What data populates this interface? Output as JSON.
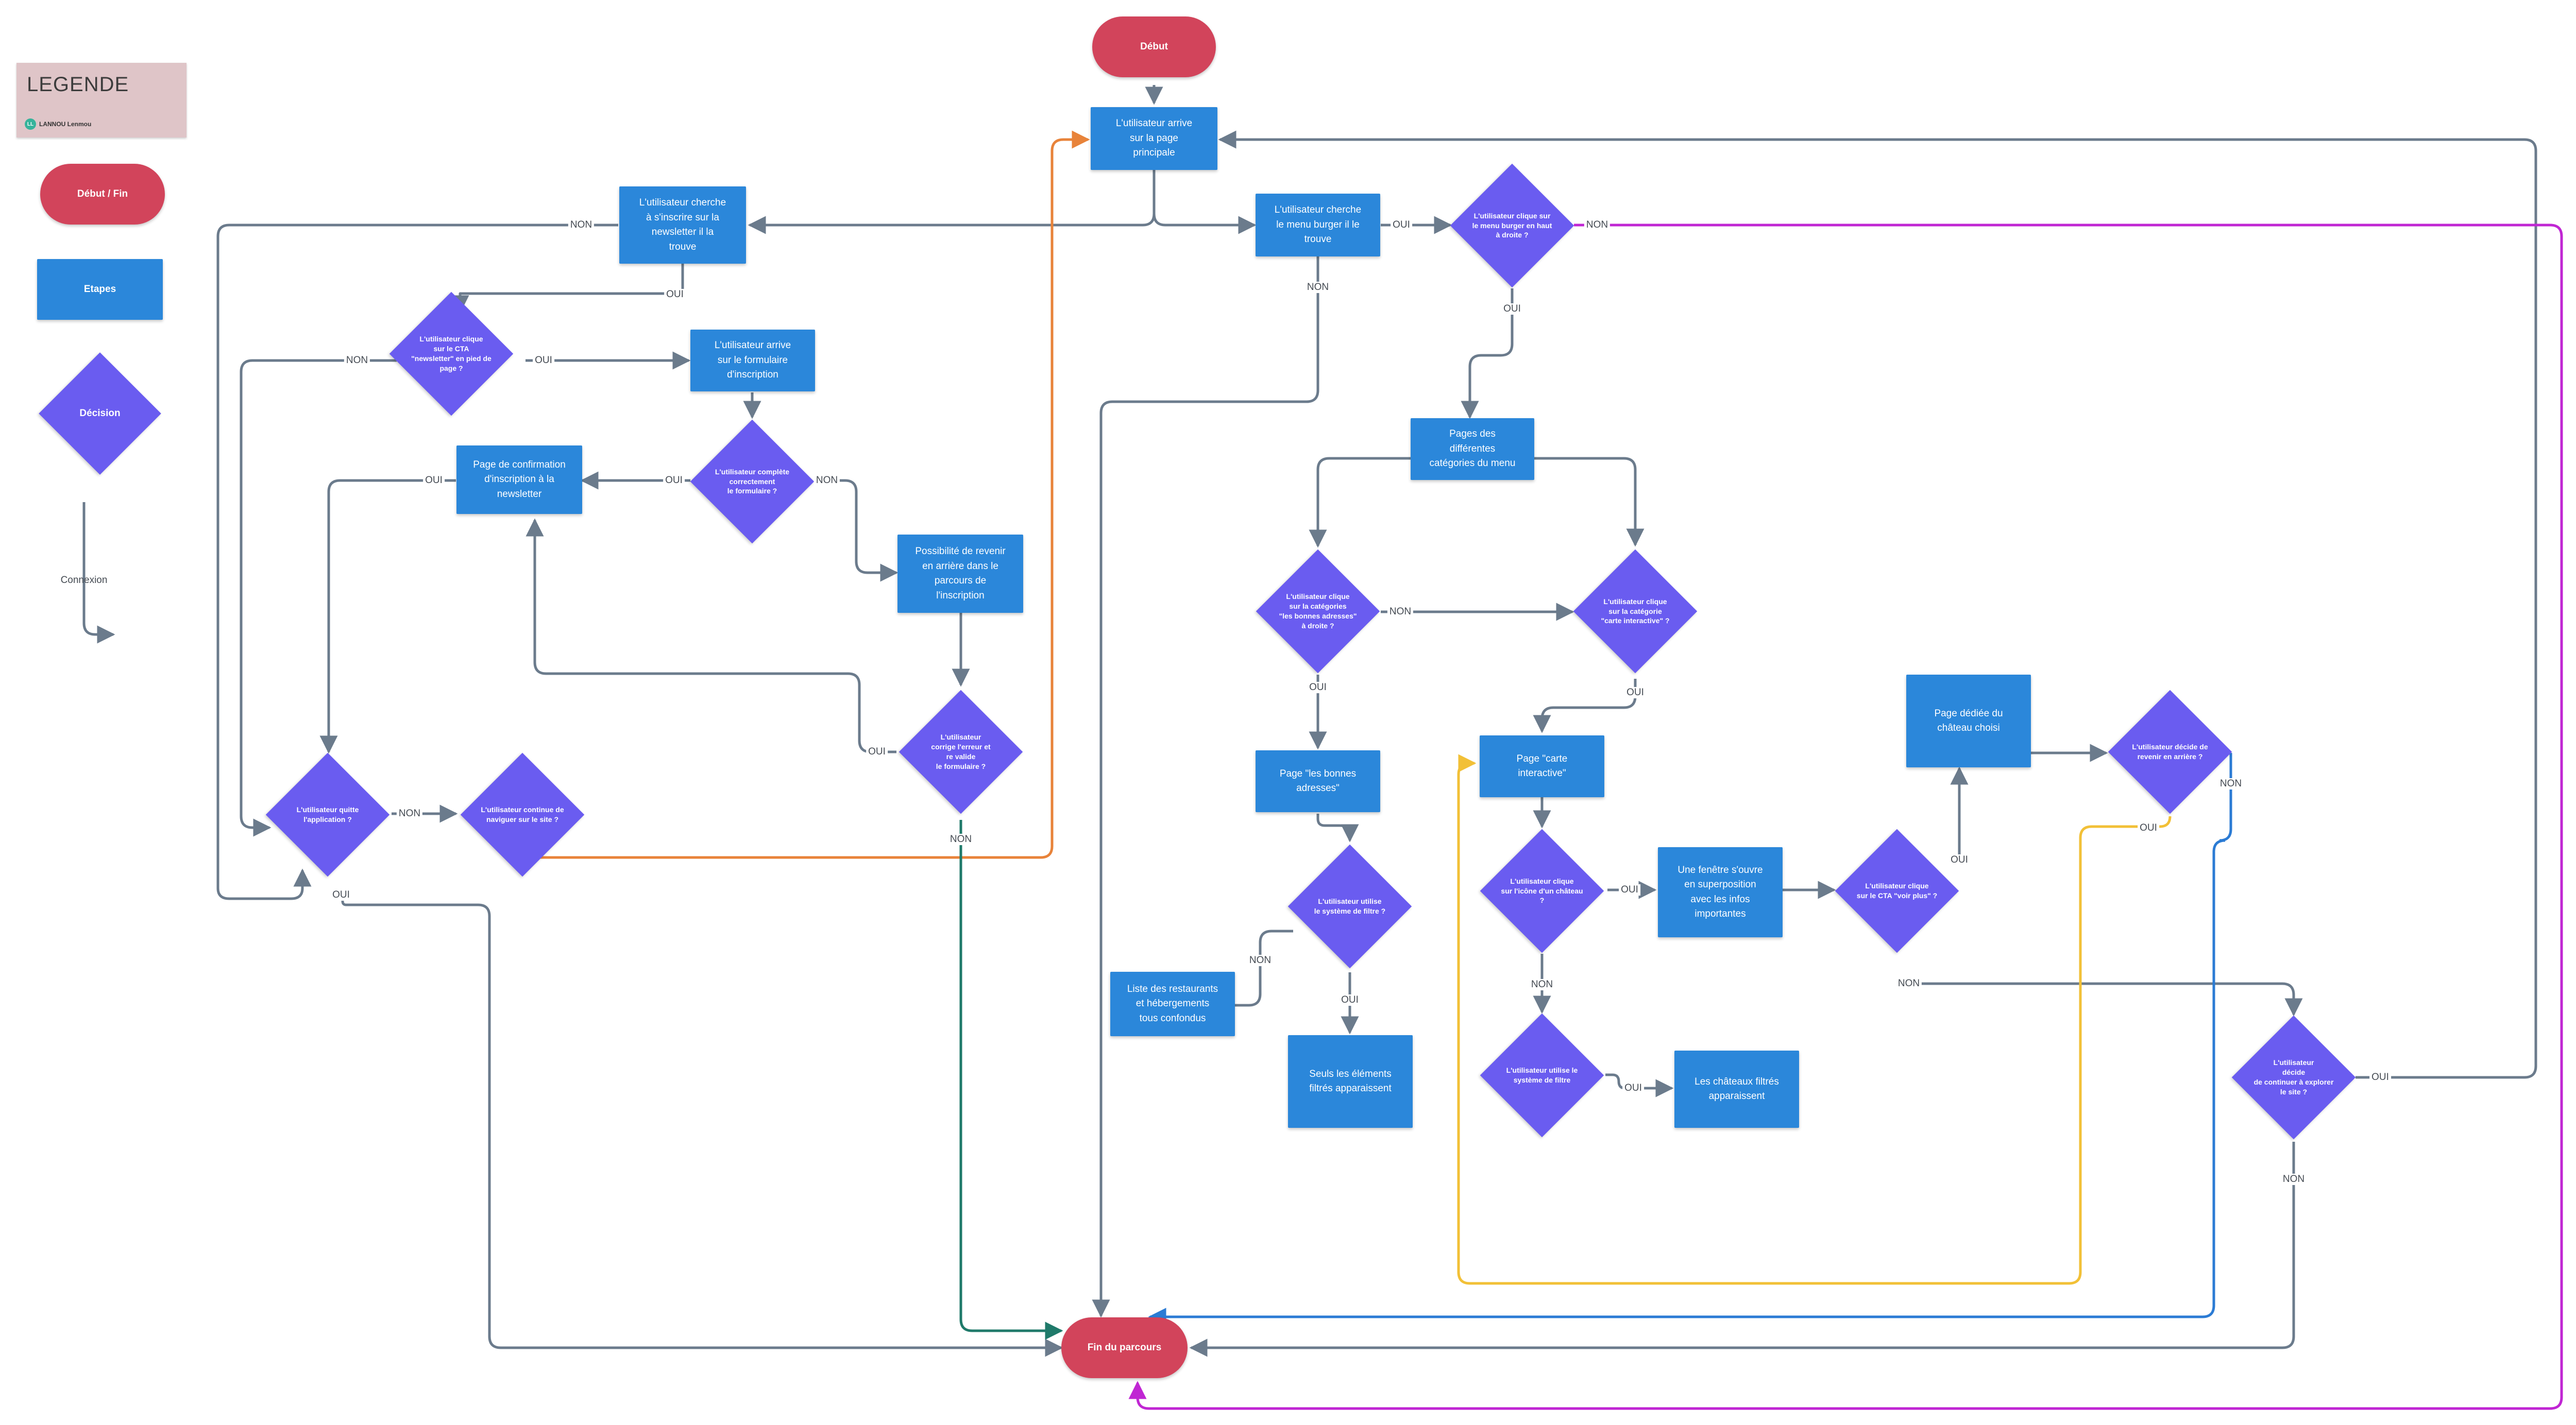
{
  "legend": {
    "title": "LEGENDE",
    "author_initials": "LL",
    "author": "LANNOU Lenmou",
    "terminal": "Début / Fin",
    "step": "Etapes",
    "decision": "Décision",
    "connection": "Connexion"
  },
  "nodes": {
    "debut": "Début",
    "home": "L'utilisateur arrive\nsur la page\nprincipale",
    "newsletter_search": "L'utilisateur cherche\nà s'inscrire sur la\nnewsletter il la\ntrouve",
    "cta_newsletter": "L'utilisateur clique\nsur le CTA\n\"newsletter\" en pied de\npage ?",
    "form_arrive": "L'utilisateur arrive\nsur le formulaire\nd'inscription",
    "form_complete": "L'utilisateur complète\ncorrectement\nle formulaire ?",
    "confirm_page": "Page de confirmation\nd'inscription à la\nnewsletter",
    "go_back": "Possibilité de revenir\nen arrière dans le\nparcours de\nl'inscription",
    "fix_error": "L'utilisateur\ncorrige l'erreur et\nre valide\nle formulaire ?",
    "quit_app": "L'utilisateur quitte\nl'application ?",
    "continue_nav": "L'utilisateur continue de\nnaviguer sur le site ?",
    "burger_search": "L'utilisateur cherche\nle menu burger il le\ntrouve",
    "burger_click": "L'utilisateur clique sur\nle menu burger en haut\nà droite ?",
    "categories": "Pages des\ndifférentes\ncatégories du menu",
    "cat_bonnes": "L'utilisateur clique\nsur la catégories\n\"les bonnes adresses\"\nà droite ?",
    "cat_carte": "L'utilisateur clique\nsur la catégorie\n\"carte interactive\" ?",
    "page_bonnes": "Page \"les bonnes\nadresses\"",
    "filter_bonnes": "L'utilisateur utilise\nle système de filtre ?",
    "list_all": "Liste des restaurants\net hébergements\ntous confondus",
    "filtered_only": "Seuls les éléments\nfiltrés apparaissent",
    "page_carte": "Page \"carte\ninteractive\"",
    "castle_icon": "L'utilisateur clique\nsur l'icône d'un château\n?",
    "popup": "Une fenêtre s'ouvre\nen superposition\navec les infos\nimportantes",
    "voir_plus": "L'utilisateur clique\nsur le CTA \"voir plus\" ?",
    "castle_page": "Page dédiée du\nchâteau choisi",
    "go_back_decide": "L'utilisateur décide de\nrevenir en arrière ?",
    "filter_carte": "L'utilisateur utilise le\nsystème de filtre",
    "castles_filtered": "Les châteaux filtrés\napparaissent",
    "continue_explore": "L'utilisateur\ndécide\nde continuer à explorer\nle site ?",
    "fin": "Fin du parcours"
  },
  "labels": {
    "yes": "OUI",
    "no": "NON"
  },
  "colors": {
    "step": "#2b87da",
    "terminal": "#d2445b",
    "decision": "#6a5cf0",
    "connector": "#6b7b8c",
    "orange": "#e8833a",
    "teal": "#1f7a6a",
    "yellow": "#f2c037",
    "blue": "#2b7bd4",
    "magenta": "#c026d3"
  }
}
